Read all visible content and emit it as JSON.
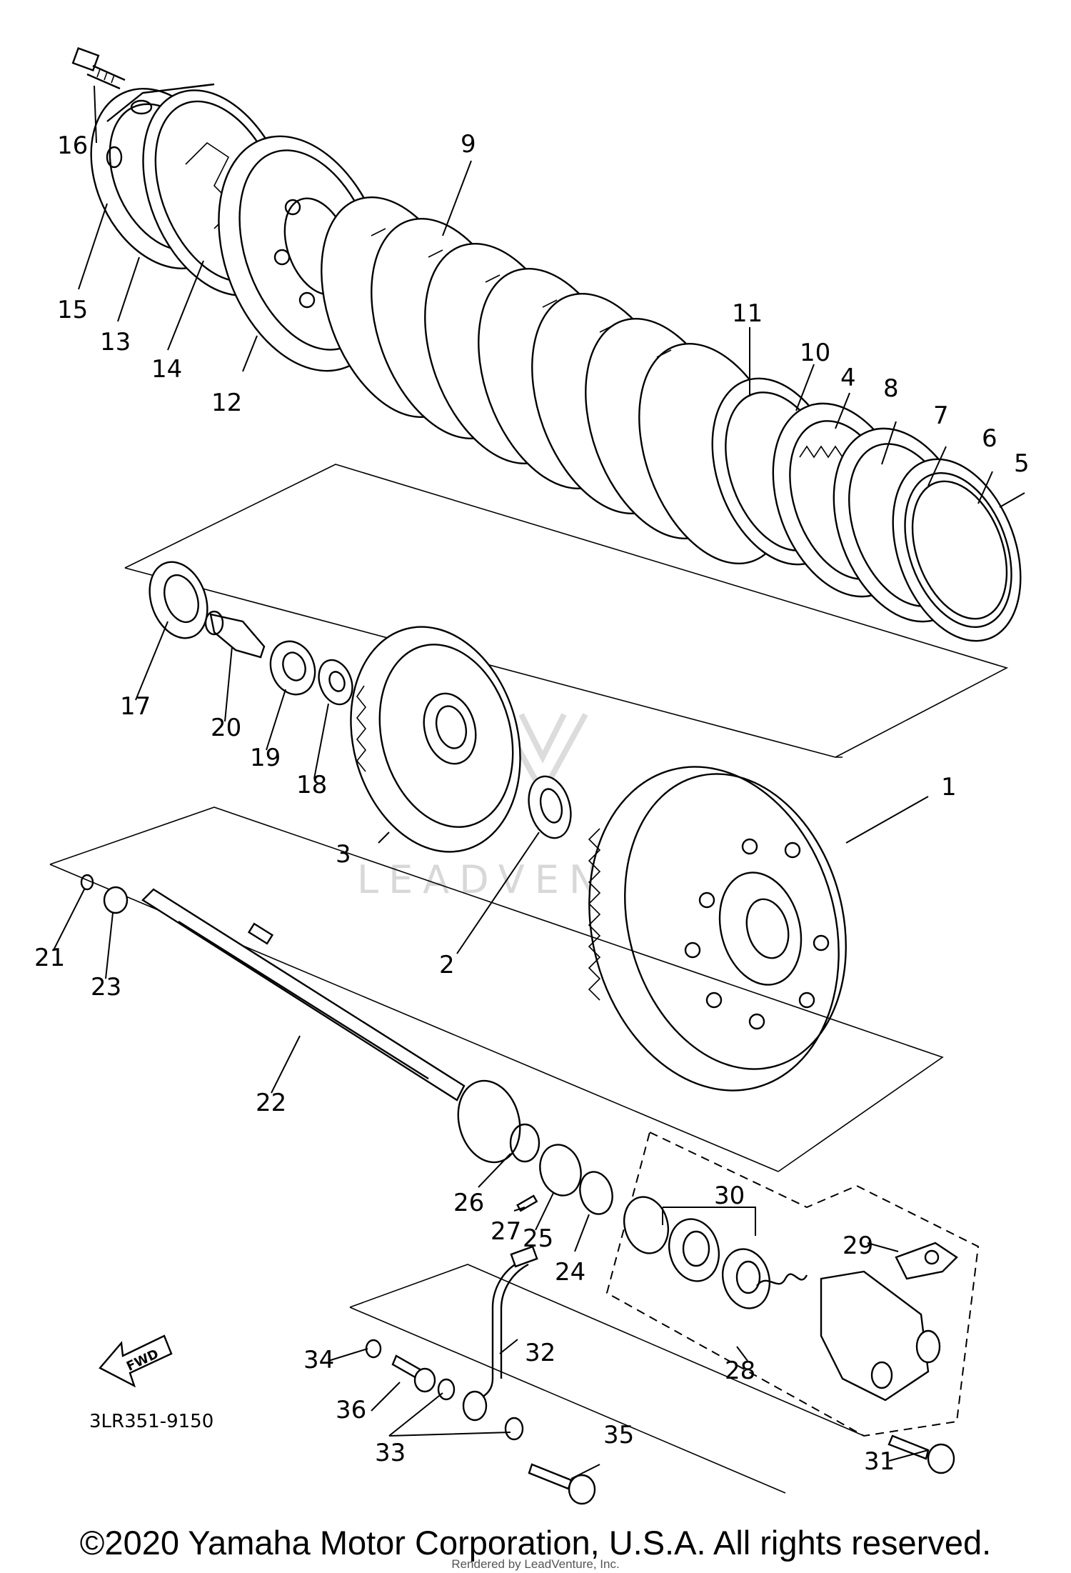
{
  "diagram": {
    "part_code": "3LR351-9150",
    "watermark": "LEADVENTURE",
    "direction_arrow": "FWD",
    "callouts": [
      "1",
      "2",
      "3",
      "4",
      "5",
      "6",
      "7",
      "8",
      "9",
      "10",
      "11",
      "12",
      "13",
      "14",
      "15",
      "16",
      "17",
      "18",
      "19",
      "20",
      "21",
      "22",
      "23",
      "24",
      "25",
      "26",
      "27",
      "28",
      "29",
      "30",
      "31",
      "32",
      "33",
      "34",
      "35",
      "36"
    ]
  },
  "footer": {
    "copyright": "©2020 Yamaha Motor Corporation, U.S.A. All rights reserved.",
    "rendered_by": "Rendered by LeadVenture, Inc."
  },
  "colors": {
    "line": "#000000",
    "background": "#ffffff",
    "watermark": "#d8d8d8"
  }
}
